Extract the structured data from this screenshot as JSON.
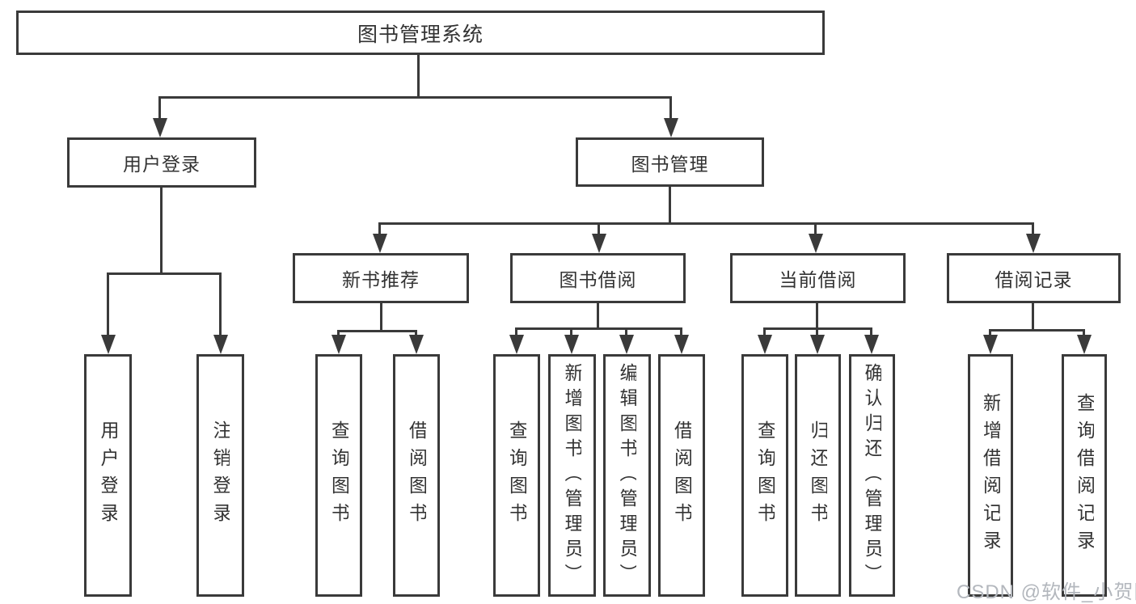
{
  "title": "图书管理系统",
  "colors": {
    "stroke": "#3a3a3a",
    "node_text": "#333333",
    "watermark": "#b3b7bd",
    "background": "#ffffff"
  },
  "watermark": {
    "text": "CSDN @软件_小贺同学"
  },
  "tree": {
    "label": "图书管理系统",
    "children": [
      {
        "label": "用户登录",
        "children": [
          {
            "label": "用户登录"
          },
          {
            "label": "注销登录"
          }
        ]
      },
      {
        "label": "图书管理",
        "children": [
          {
            "label": "新书推荐",
            "children": [
              {
                "label": "查询图书"
              },
              {
                "label": "借阅图书"
              }
            ]
          },
          {
            "label": "图书借阅",
            "children": [
              {
                "label": "查询图书"
              },
              {
                "label": "新增图书（管理员）"
              },
              {
                "label": "编辑图书（管理员）"
              },
              {
                "label": "借阅图书"
              }
            ]
          },
          {
            "label": "当前借阅",
            "children": [
              {
                "label": "查询图书"
              },
              {
                "label": "归还图书"
              },
              {
                "label": "确认归还（管理员）"
              }
            ]
          },
          {
            "label": "借阅记录",
            "children": [
              {
                "label": "新增借阅记录"
              },
              {
                "label": "查询借阅记录"
              }
            ]
          }
        ]
      }
    ]
  }
}
